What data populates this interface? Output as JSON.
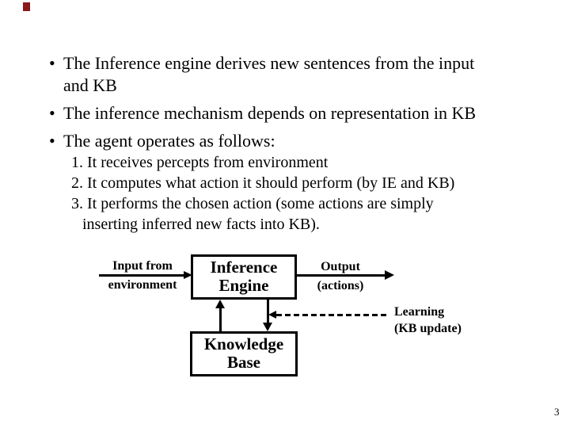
{
  "slide": {
    "bullet_glyph": "•",
    "bullets": [
      {
        "line1": "The Inference engine derives new sentences from the input",
        "line2": "and KB"
      },
      {
        "line1": "The inference mechanism depends on representation in KB"
      },
      {
        "line1": "The agent operates as follows:"
      }
    ],
    "steps": [
      "1. It receives percepts from environment",
      "2. It computes what action it should perform (by IE and KB)",
      "3. It performs the chosen action (some actions are simply",
      "inserting inferred new facts into KB)."
    ],
    "diagram": {
      "input_label": {
        "line1": "Input from",
        "line2": "environment"
      },
      "inference_engine": {
        "line1": "Inference",
        "line2": "Engine"
      },
      "output_label": {
        "line1": "Output",
        "line2": "(actions)"
      },
      "knowledge_base": {
        "line1": "Knowledge",
        "line2": "Base"
      },
      "learning_label": {
        "line1": "Learning",
        "line2": "(KB update)"
      }
    },
    "page_number": "3",
    "colors": {
      "background": "#ffffff",
      "text": "#000000",
      "diagram_line": "#000000",
      "accent_mark": "#8b1a1a"
    }
  }
}
